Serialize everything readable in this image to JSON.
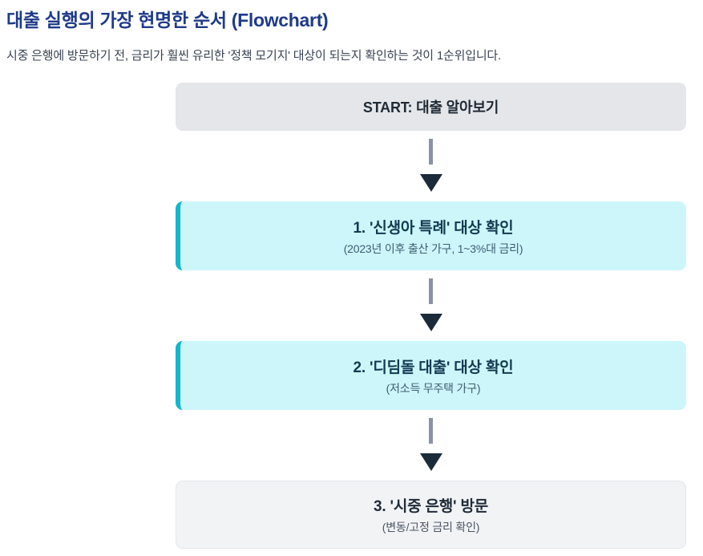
{
  "page": {
    "title": "대출 실행의 가장 현명한 순서 (Flowchart)",
    "intro": "시중 은행에 방문하기 전, 금리가 훨씬 유리한 '정책 모기지' 대상이 되는지 확인하는 것이 1순위입니다."
  },
  "colors": {
    "title_text": "#1e3a8a",
    "intro_text": "#3a4352",
    "start_box_bg": "#e4e6e9",
    "highlight_box_bg": "#cdf6fb",
    "highlight_box_accent": "#13b6cc",
    "end_box_bg": "#f2f3f5",
    "end_box_border": "#e4e7ea",
    "arrow_shaft": "#8a93a2",
    "arrow_head": "#1c2b3a",
    "box_title_text": "#123a51",
    "box_subtitle_text": "#3f5d72"
  },
  "flowchart": {
    "steps": [
      {
        "type": "start",
        "title": "START: 대출 알아보기",
        "subtitle": ""
      },
      {
        "type": "highlight",
        "title": "1. '신생아 특례' 대상 확인",
        "subtitle": "(2023년 이후 출산 가구, 1~3%대 금리)"
      },
      {
        "type": "highlight",
        "title": "2. '디딤돌 대출' 대상 확인",
        "subtitle": "(저소득 무주택 가구)"
      },
      {
        "type": "end",
        "title": "3. '시중 은행' 방문",
        "subtitle": "(변동/고정 금리 확인)"
      }
    ]
  }
}
